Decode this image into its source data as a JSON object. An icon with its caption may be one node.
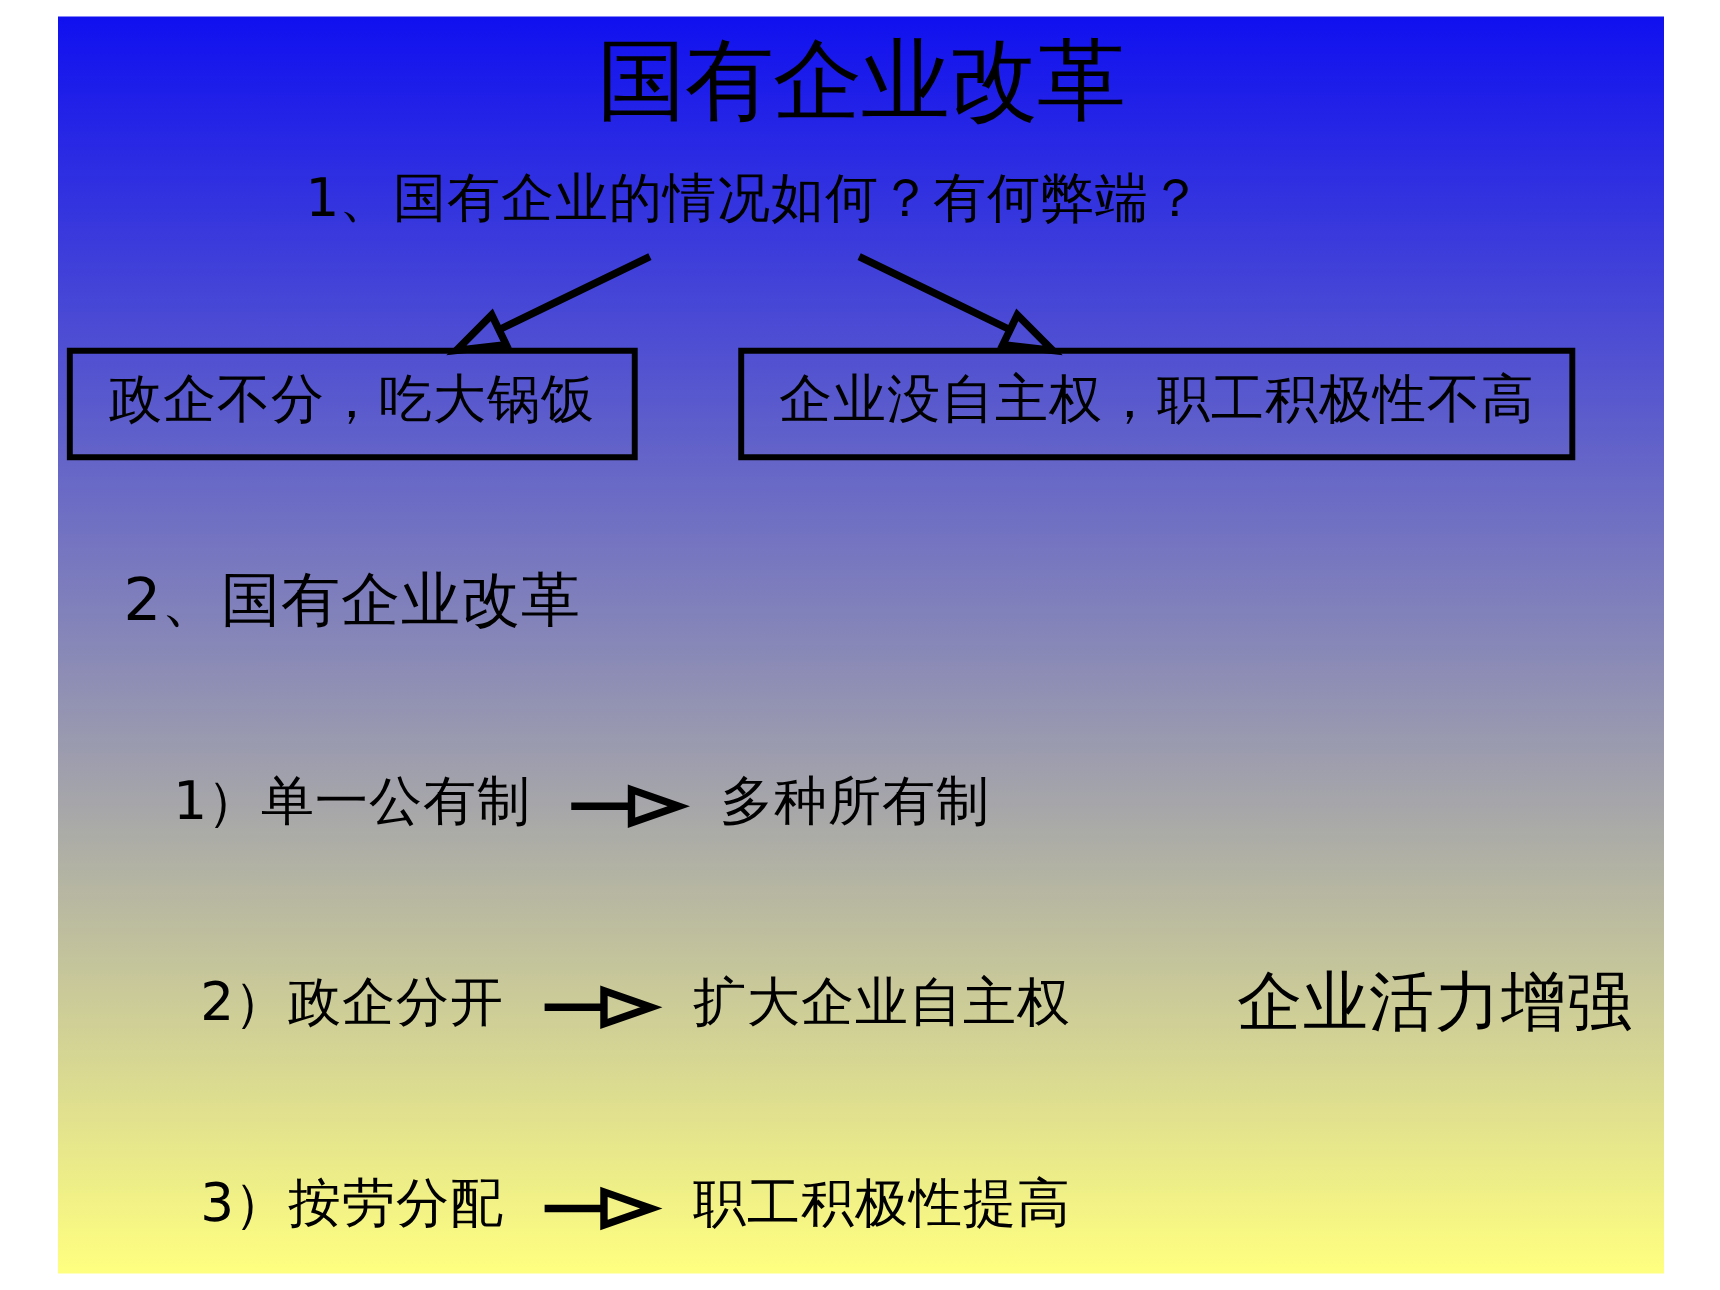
{
  "diagram": {
    "title": "国有企业改革",
    "nodes": [
      {
        "text": [
          "1、国有企业的情况如何？有何弊端？"
        ]
      },
      {
        "text": [
          "政企不分，吃大锅饭"
        ]
      },
      {
        "text": [
          "企业没自主权，职工积极性不高"
        ]
      },
      {
        "text": [
          "1）单一公有制"
        ]
      },
      {
        "text": [
          "多种所有制"
        ]
      },
      {
        "text": [
          "2）政企分开"
        ]
      },
      {
        "text": [
          "扩大企业自主权"
        ]
      },
      {
        "text": [
          "3）按劳分配"
        ]
      },
      {
        "text": [
          "职工积极性提高"
        ]
      }
    ],
    "edges": [
      {
        "from": 0,
        "to": 1,
        "arrow": "to"
      },
      {
        "from": 0,
        "to": 2,
        "arrow": "to"
      },
      {
        "from": 3,
        "to": 4,
        "arrow": "to"
      },
      {
        "from": 5,
        "to": 6,
        "arrow": "to"
      },
      {
        "from": 7,
        "to": 8,
        "arrow": "to"
      }
    ],
    "labels": [
      "2、国有企业改革",
      "企业活力增强"
    ]
  }
}
